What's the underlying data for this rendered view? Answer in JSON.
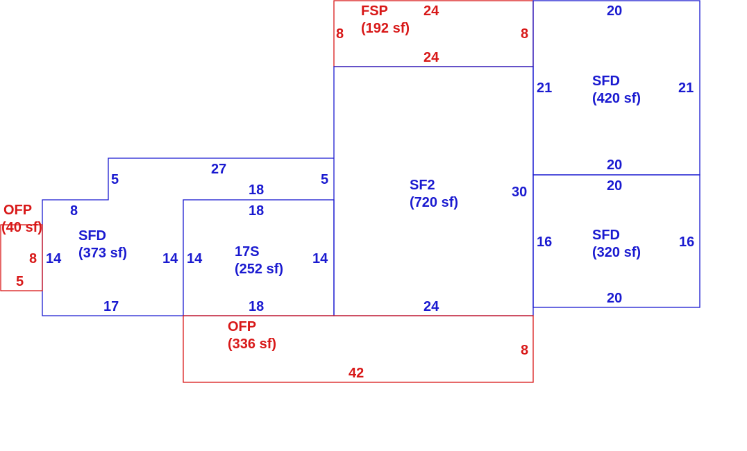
{
  "sketch": {
    "colors": {
      "living": "#1a1ad0",
      "porch": "#d81818",
      "background": "#ffffff"
    },
    "areas": {
      "fsp_top": {
        "code": "FSP",
        "area": "(192 sf)",
        "dims": {
          "top": "24",
          "bottom": "24",
          "left": "8",
          "right": "8"
        }
      },
      "sfd_right_top": {
        "code": "SFD",
        "area": "(420 sf)",
        "dims": {
          "top": "20",
          "bottom": "20",
          "left": "21",
          "right": "21"
        }
      },
      "sf2_center": {
        "code": "SF2",
        "area": "(720 sf)",
        "dims": {
          "right": "30",
          "bottom": "24"
        }
      },
      "sfd_right_bottom": {
        "code": "SFD",
        "area": "(320 sf)",
        "dims": {
          "top": "20",
          "bottom": "20",
          "left": "16",
          "right": "16"
        }
      },
      "sfd_left": {
        "code": "SFD",
        "area": "(373 sf)",
        "dims": {
          "top_long": "27",
          "step_left": "5",
          "step_right": "5",
          "top_short": "8",
          "left": "14",
          "right": "14",
          "bottom": "17"
        }
      },
      "s17_mid": {
        "code": "17S",
        "area": "(252 sf)",
        "dims": {
          "top_outer": "18",
          "top": "18",
          "left": "14",
          "right": "14",
          "bottom": "18"
        }
      },
      "ofp_bottom": {
        "code": "OFP",
        "area": "(336 sf)",
        "dims": {
          "right": "8",
          "bottom": "42"
        }
      },
      "ofp_left": {
        "code": "OFP",
        "area": "(40 sf)",
        "dims": {
          "right": "8",
          "bottom": "5"
        }
      }
    }
  }
}
